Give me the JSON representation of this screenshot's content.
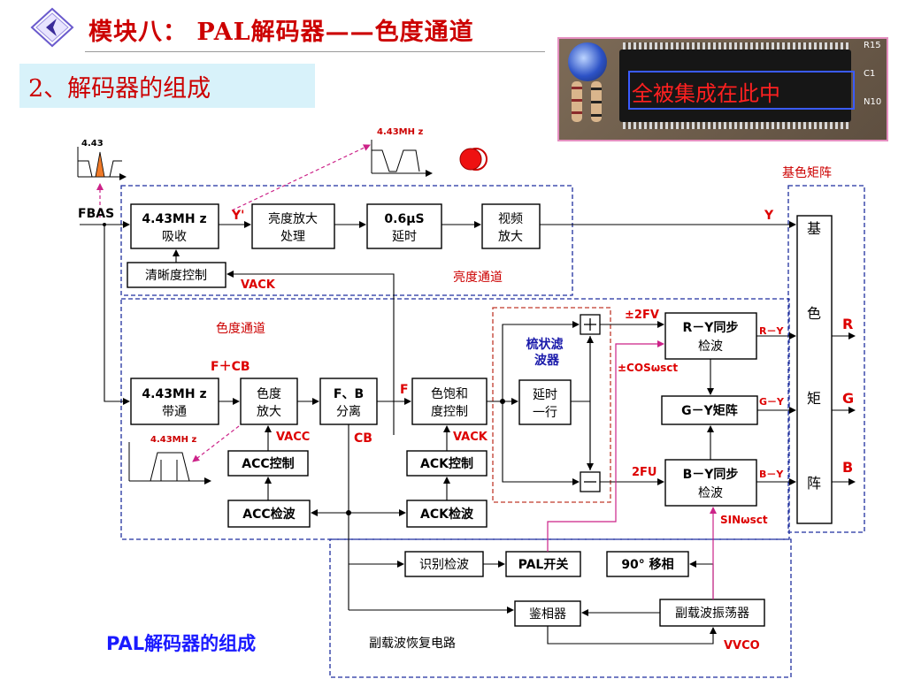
{
  "header": {
    "title": "模块八： PAL解码器——色度通道",
    "subtitle": "2、解码器的组成"
  },
  "photo": {
    "caption": "全被集成在此中",
    "side_labels": [
      "R15",
      "C1",
      "N10"
    ]
  },
  "diagram": {
    "caption": "PAL解码器的组成",
    "filter_top": {
      "freq_left": "4.43",
      "freq_right": "4.43MH z"
    },
    "filter_bottom": {
      "freq": "4.43MH z"
    },
    "regions": {
      "luma": "亮度通道",
      "chroma": "色度通道",
      "comb": "梳状滤\n波器",
      "recovery": "副载波恢复电路",
      "matrix": "基色矩阵"
    },
    "blocks": {
      "absorb": "4.43MH z\n吸收",
      "luma_amp": "亮度放大\n处理",
      "delay06": "0.6μS\n延时",
      "video_amp": "视频\n放大",
      "sharp": "清晰度控制",
      "bandpass": "4.43MH z\n带通",
      "chroma_amp": "色度\n放大",
      "fb_sep": "F、B\n分离",
      "sat_ctrl": "色饱和\n度控制",
      "acc_ctrl": "ACC控制",
      "ack_ctrl": "ACK控制",
      "acc_det": "ACC检波",
      "ack_det": "ACK检波",
      "line_delay": "延时\n一行",
      "ry_det": "R－Y同步\n检波",
      "gy_mat": "G－Y矩阵",
      "by_det": "B－Y同步\n检波",
      "ident": "识别检波",
      "pal_sw": "PAL开关",
      "phase90": "90°  移相",
      "phase_det": "鉴相器",
      "osc": "副载波振荡器",
      "matrix": "基\n\n色\n\n矩\n\n阵"
    },
    "signals": {
      "fbas": "FBAS",
      "y_prime": "Y'",
      "y": "Y",
      "vack1": "VACK",
      "vack2": "VACK",
      "vacc": "VACC",
      "fcb": "F＋CB",
      "f": "F",
      "cb": "CB",
      "plus": "＋",
      "minus": "－",
      "two_fv": "±2FV",
      "cos": "±COSωsct",
      "two_fu": "2FU",
      "sin": "SINωsct",
      "vvco": "VVCO",
      "ry": "R－Y",
      "gy": "G－Y",
      "by": "B－Y",
      "r": "R",
      "g": "G",
      "b": "B"
    }
  },
  "colors": {
    "title_red": "#cc0000",
    "region_blue": "#1f2f9f",
    "comb_red": "#c0392b",
    "dashed_pink": "#cc2288",
    "label_red": "#dd0000",
    "text_blue": "#1a1aff"
  }
}
